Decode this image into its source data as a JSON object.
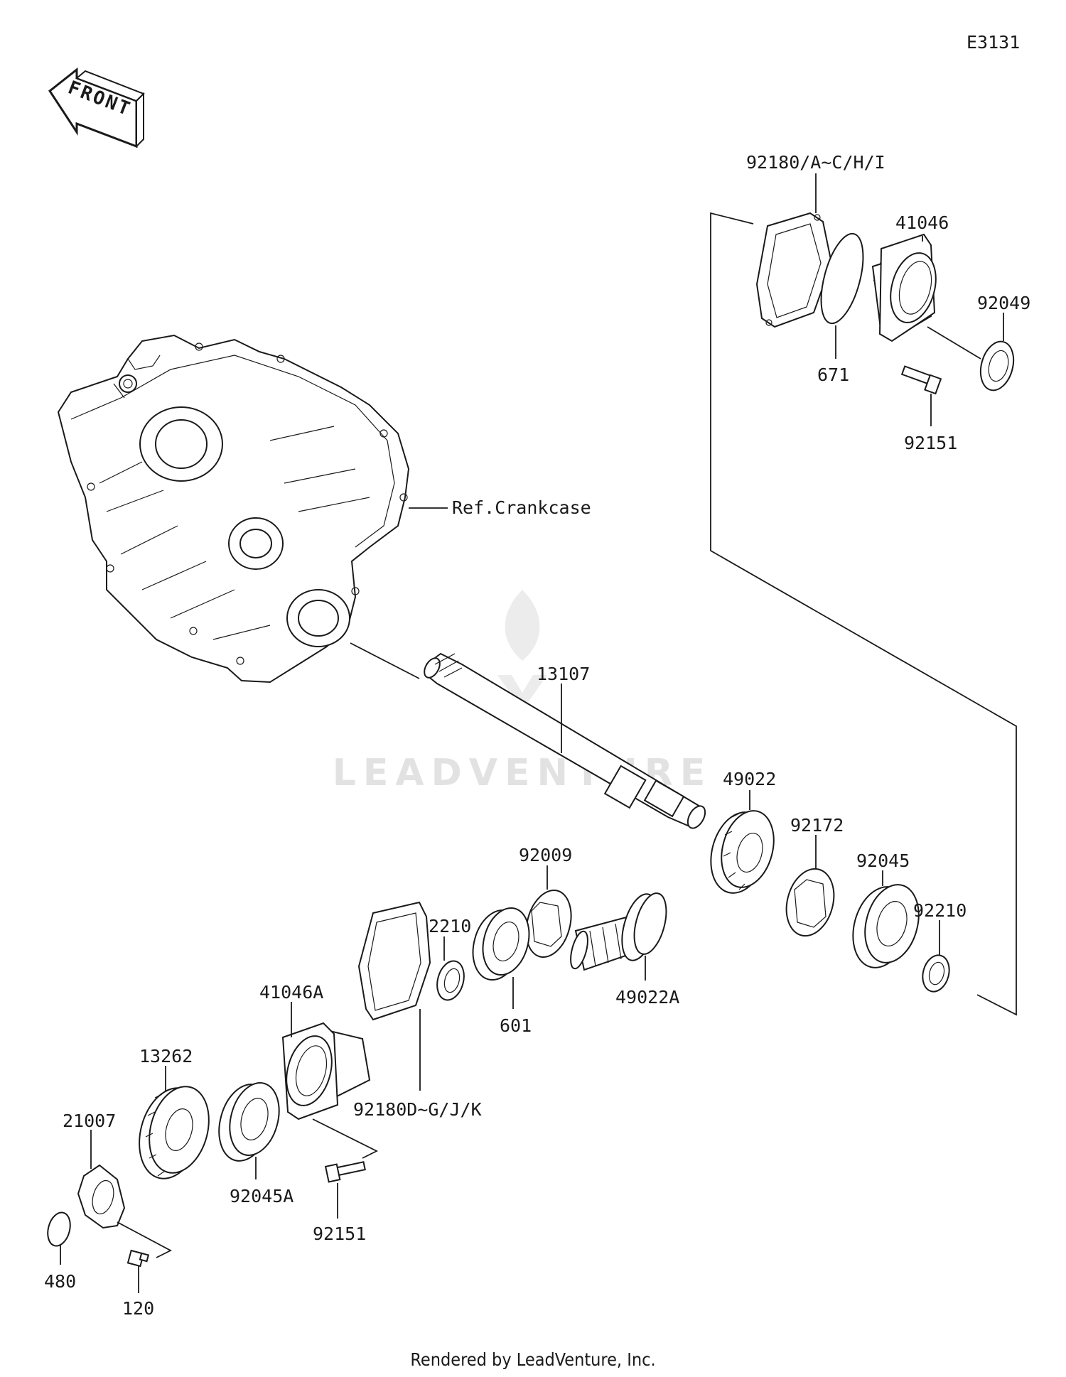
{
  "diagram_code": "E3131",
  "front_indicator": "FRONT",
  "watermark": "LEADVENTURE",
  "footer": "Rendered by LeadVenture, Inc.",
  "parts": {
    "p92180_ach": "92180/A~C/H/I",
    "p41046": "41046",
    "p92049": "92049",
    "p671": "671",
    "p92151_top": "92151",
    "ref_crankcase": "Ref.Crankcase",
    "p13107": "13107",
    "p49022": "49022",
    "p92172": "92172",
    "p92045": "92045",
    "p92210_right": "92210",
    "p92009": "92009",
    "p49022A": "49022A",
    "p92210_left": "92210",
    "p601": "601",
    "p41046A": "41046A",
    "p92180_dgk": "92180D~G/J/K",
    "p13262": "13262",
    "p92045A": "92045A",
    "p21007": "21007",
    "p92151_bottom": "92151",
    "p480": "480",
    "p120": "120"
  }
}
